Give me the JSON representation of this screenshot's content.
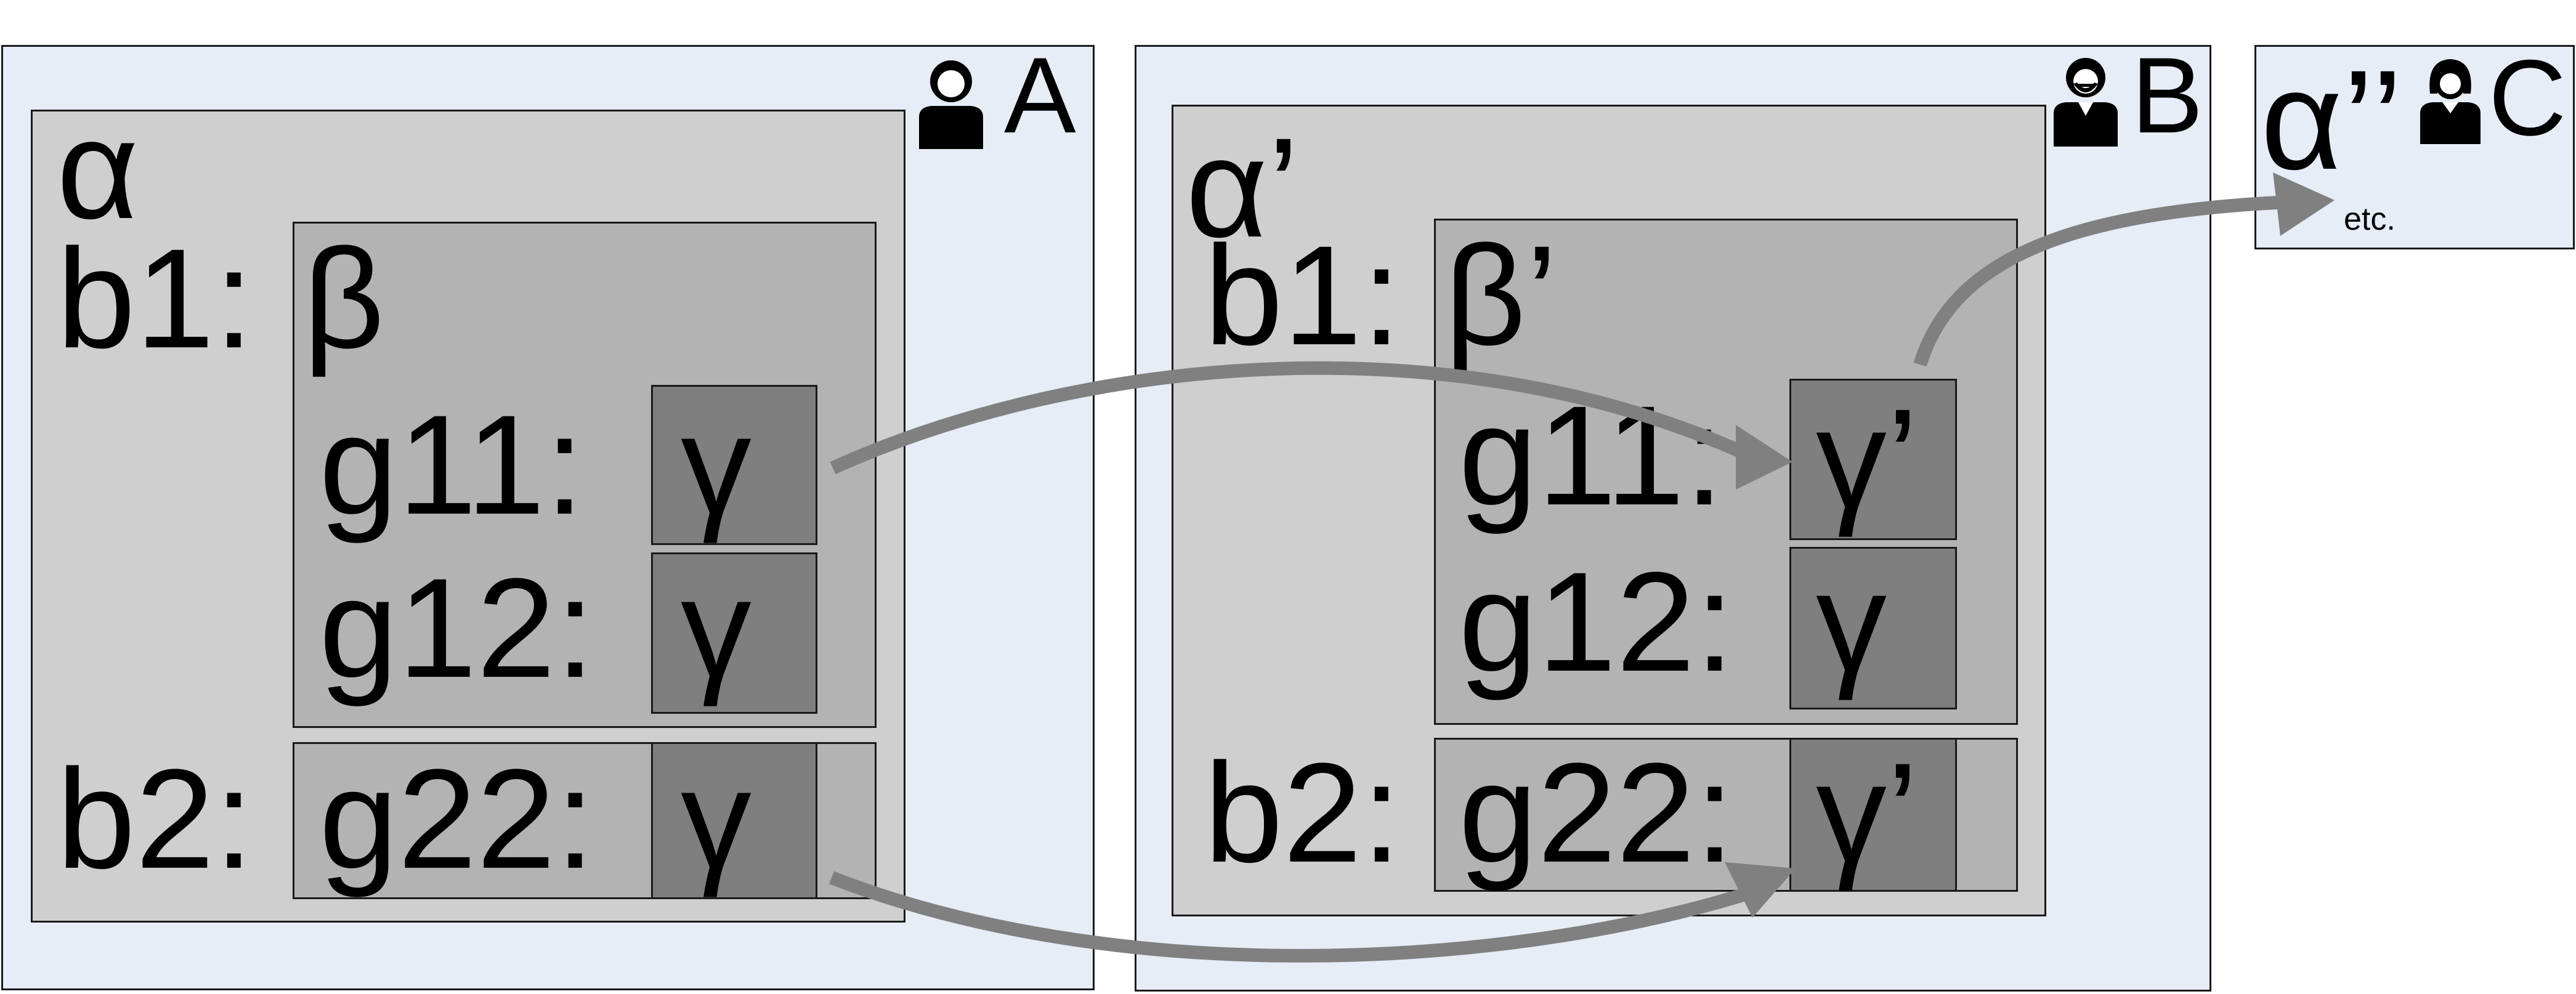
{
  "party_a": {
    "owner": "A",
    "root": "α",
    "b1_key": "b1:",
    "b1_value": "β",
    "g11_key": "g11:",
    "g11_value": "γ",
    "g12_key": "g12:",
    "g12_value": "γ",
    "b2_key": "b2:",
    "g22_key": "g22:",
    "g22_value": "γ"
  },
  "party_b": {
    "owner": "B",
    "root": "α’",
    "b1_key": "b1:",
    "b1_value": "β’",
    "g11_key": "g11:",
    "g11_value": "γ’",
    "g12_key": "g12:",
    "g12_value": "γ",
    "b2_key": "b2:",
    "g22_key": "g22:",
    "g22_value": "γ’"
  },
  "party_c": {
    "owner": "C",
    "root": "α’’",
    "note": "etc."
  },
  "colors": {
    "party_bg": "#e6edf7",
    "level1_bg": "#cfcfcf",
    "level2_bg": "#b3b3b3",
    "gamma_bg": "#7f7f7f",
    "arrow": "#808080"
  },
  "icons": [
    "person-icon",
    "bearded-person-icon",
    "woman-icon"
  ]
}
